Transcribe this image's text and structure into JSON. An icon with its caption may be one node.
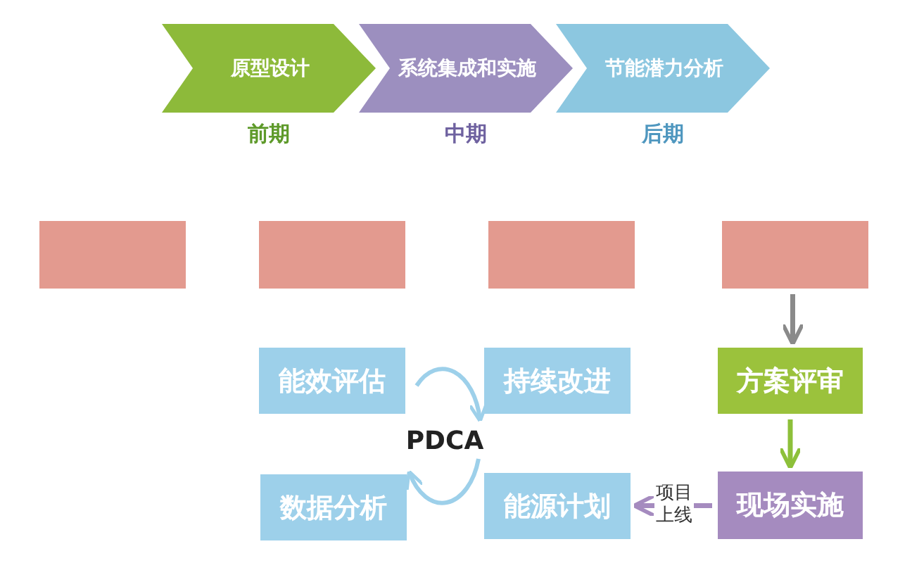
{
  "diagram": {
    "nodes": [
      {
        "text": [
          "原型设计"
        ],
        "beside": [
          "前期"
        ]
      },
      {
        "text": [
          "系统集成和实施"
        ],
        "beside": [
          "中期"
        ]
      },
      {
        "text": [
          "节能潜力分析"
        ],
        "beside": [
          "后期"
        ]
      },
      {
        "text": [],
        "shape": "box"
      },
      {
        "text": [],
        "shape": "box"
      },
      {
        "text": [],
        "shape": "box"
      },
      {
        "text": [],
        "shape": "box"
      },
      {
        "text": [
          "能效评估"
        ]
      },
      {
        "text": [
          "持续改进"
        ]
      },
      {
        "text": [
          "方案评审"
        ]
      },
      {
        "text": [
          "PDCA"
        ]
      },
      {
        "text": [
          "数据分析"
        ]
      },
      {
        "text": [
          "能源计划"
        ]
      },
      {
        "text": [
          "现场实施"
        ]
      }
    ],
    "edges": [
      {
        "from": 6,
        "to": 9,
        "arrow": "to",
        "color": "#8a8a8a"
      },
      {
        "from": 9,
        "to": 13,
        "arrow": "to",
        "color": "#8dc03a"
      },
      {
        "from": 13,
        "to": 12,
        "arrow": "to",
        "label": "项目上线",
        "color": "#a58bbf"
      }
    ]
  }
}
